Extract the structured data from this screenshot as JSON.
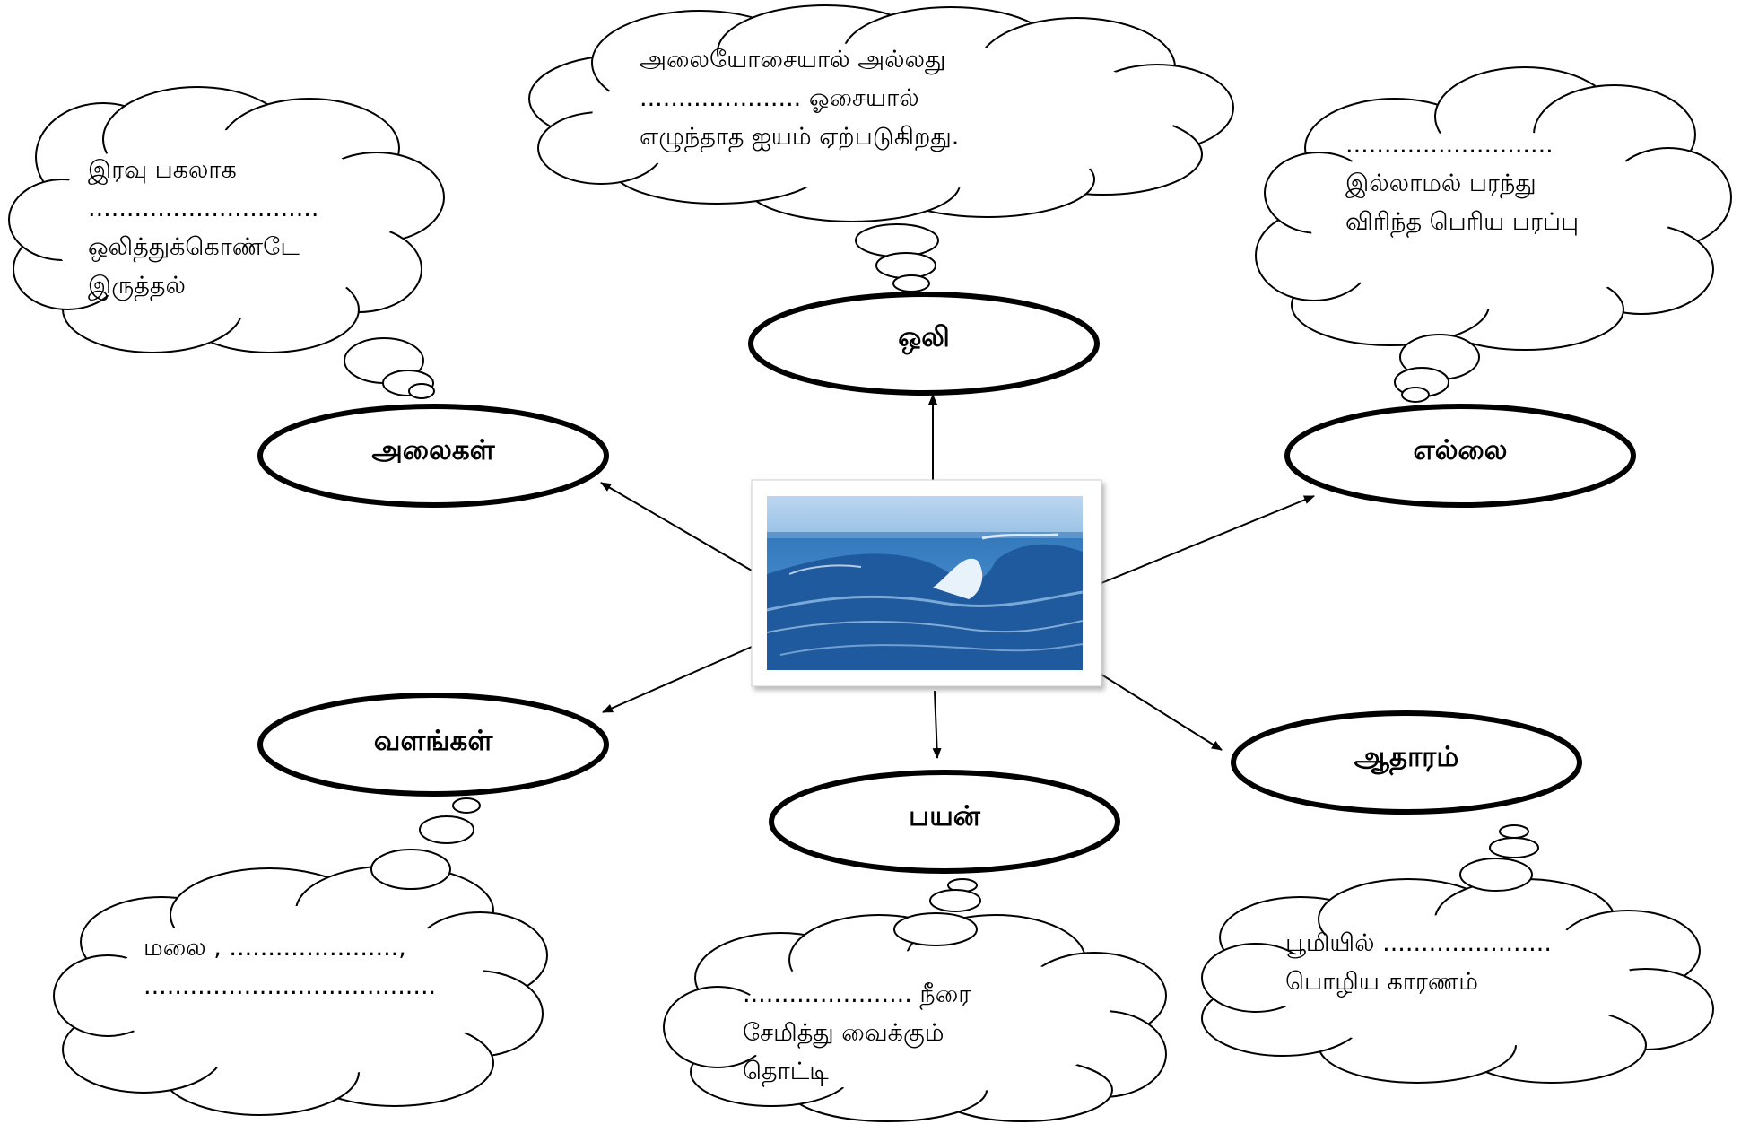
{
  "center": {
    "image": "ocean-wave-photo"
  },
  "nodes": {
    "oli": "ஒலி",
    "alaigal": "அலைகள்",
    "ellai": "எல்லை",
    "valangal": "வளங்கள்",
    "payan": "பயன்",
    "aatharam": "ஆதாரம்"
  },
  "clouds": {
    "oli": [
      "அலையோசையால் அல்லது",
      "..................... ஓசையால்",
      "எழுந்தாத ஐயம் ஏற்படுகிறது."
    ],
    "alaigal": [
      "இரவு பகலாக",
      "..............................",
      "ஒலித்துக்கொண்டே",
      "இருத்தல்"
    ],
    "ellai": [
      "...........................",
      "இல்லாமல் பரந்து",
      "விரிந்த பெரிய பரப்பு"
    ],
    "valangal": [
      "மலை , ......................,",
      "......................................"
    ],
    "payan": [
      "...................... நீரை",
      "சேமித்து வைக்கும்",
      "தொட்டி"
    ],
    "aatharam": [
      "பூமியில் ......................",
      "பொழிய காரணம்"
    ]
  },
  "colors": {
    "stroke": "#000000",
    "water_light": "#9cc4e8",
    "water_mid": "#3f7fbf",
    "water_deep": "#1c4f8f"
  }
}
